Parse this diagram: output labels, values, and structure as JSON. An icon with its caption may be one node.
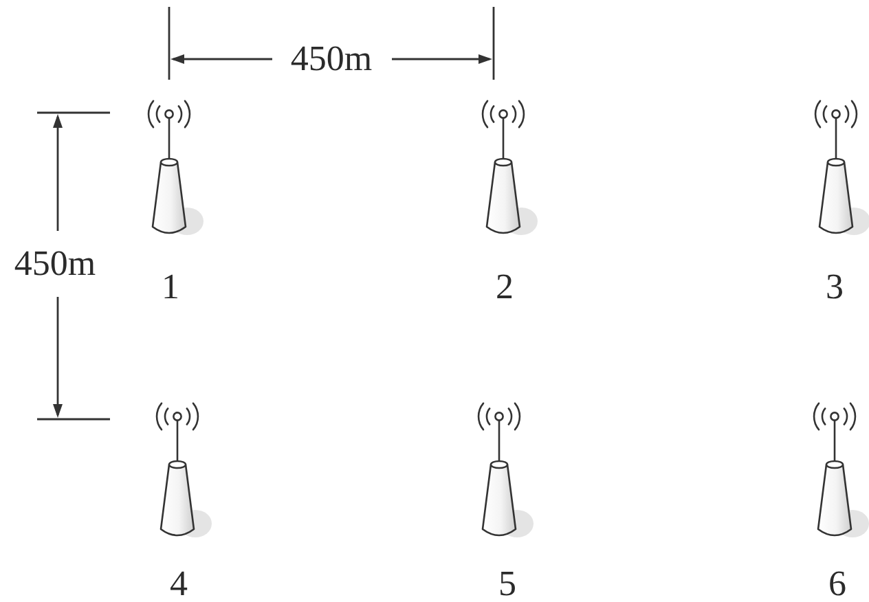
{
  "diagram": {
    "labels": [
      "450m",
      "450m",
      "1",
      "2",
      "3",
      "4",
      "5",
      "6"
    ]
  }
}
